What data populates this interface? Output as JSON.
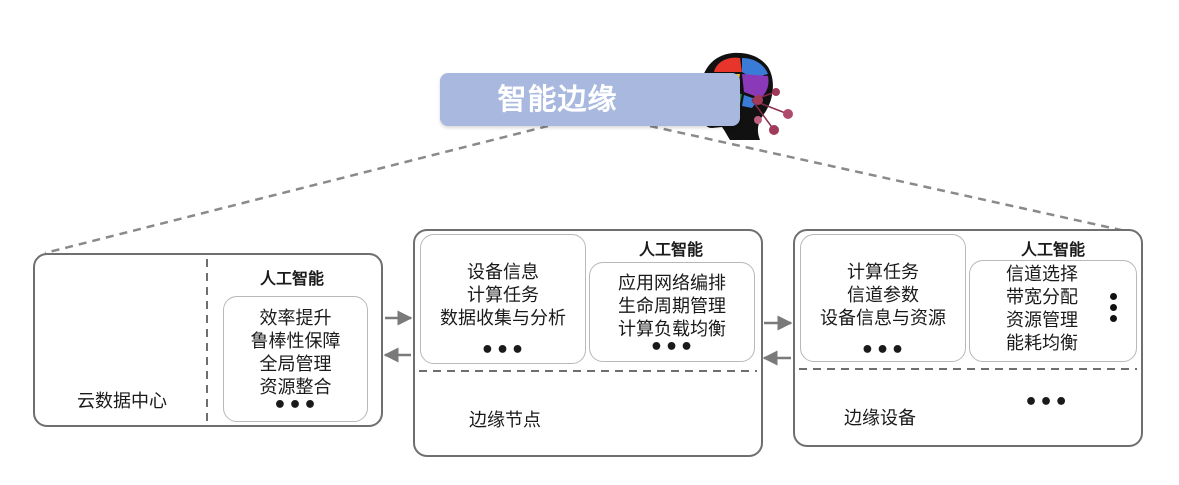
{
  "title": "智能边缘",
  "cloud": {
    "label": "云数据中心",
    "ai_header": "人工智能",
    "ai_items": [
      "效率提升",
      "鲁棒性保障",
      "全局管理",
      "资源整合"
    ],
    "ellipsis": "•••"
  },
  "edge_node": {
    "label": "边缘节点",
    "info_items": [
      "设备信息",
      "计算任务",
      "数据收集与分析"
    ],
    "info_ellipsis": "•••",
    "ai_header": "人工智能",
    "ai_items": [
      "应用网络编排",
      "生命周期管理",
      "计算负载均衡"
    ],
    "ai_ellipsis": "•••"
  },
  "edge_device": {
    "label": "边缘设备",
    "info_items": [
      "计算任务",
      "信道参数",
      "设备信息与资源"
    ],
    "info_ellipsis": "•••",
    "ai_header": "人工智能",
    "ai_items": [
      "信道选择",
      "带宽分配",
      "资源管理",
      "能耗均衡"
    ],
    "devices_ellipsis": "•••"
  },
  "icons": [
    "brain-head-icon",
    "server-rack-icon",
    "server-stack-icon",
    "smartphone-icon",
    "drone-icon"
  ]
}
